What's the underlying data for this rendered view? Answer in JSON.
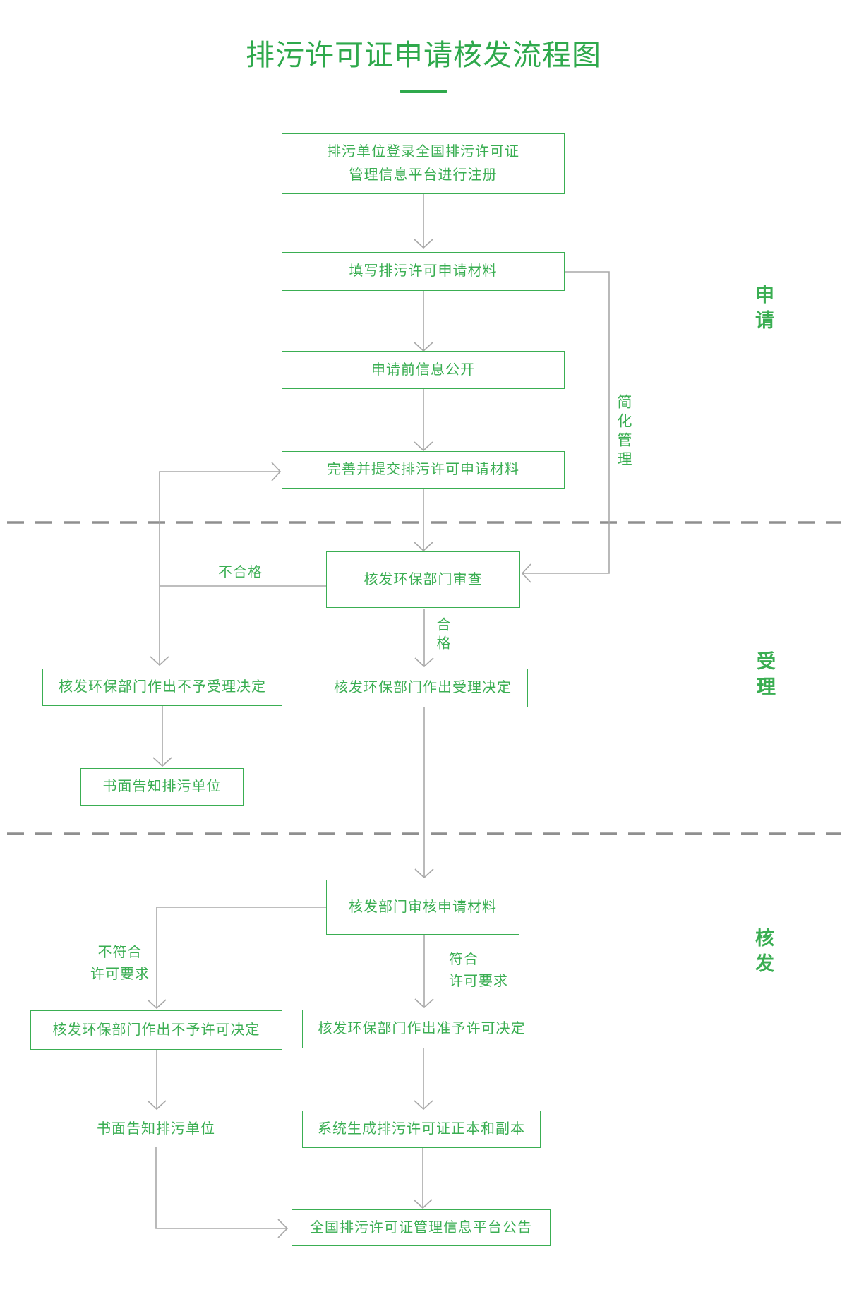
{
  "title": "排污许可证申请核发流程图",
  "sections": {
    "apply": "申请",
    "accept": "受理",
    "issue": "核发"
  },
  "nodes": {
    "register": {
      "line1": "排污单位登录全国排污许可证",
      "line2": "管理信息平台进行注册"
    },
    "fill_materials": {
      "label": "填写排污许可申请材料"
    },
    "pre_disclosure": {
      "label": "申请前信息公开"
    },
    "submit_materials": {
      "label": "完善并提交排污许可申请材料"
    },
    "dept_review": {
      "label": "核发环保部门审查"
    },
    "not_accept_decision": {
      "label": "核发环保部门作出不予受理决定"
    },
    "accept_decision": {
      "label": "核发环保部门作出受理决定"
    },
    "written_notice_1": {
      "label": "书面告知排污单位"
    },
    "examine_materials": {
      "label": "核发部门审核申请材料"
    },
    "deny_permit_decision": {
      "label": "核发环保部门作出不予许可决定"
    },
    "grant_permit_decision": {
      "label": "核发环保部门作出准予许可决定"
    },
    "written_notice_2": {
      "label": "书面告知排污单位"
    },
    "generate_permit": {
      "label": "系统生成排污许可证正本和副本"
    },
    "platform_announcement": {
      "label": "全国排污许可证管理信息平台公告"
    }
  },
  "edge_labels": {
    "unqualified": "不合格",
    "qualified": "合格",
    "simplified_management": "简化管理",
    "not_meet_line1": "不符合",
    "not_meet_line2": "许可要求",
    "meet_line1": "符合",
    "meet_line2": "许可要求"
  },
  "colors": {
    "green": "#3aae52",
    "title_green": "#2fa94c",
    "line_gray": "#a8a8a8",
    "dash_gray": "#8f8f8f"
  }
}
